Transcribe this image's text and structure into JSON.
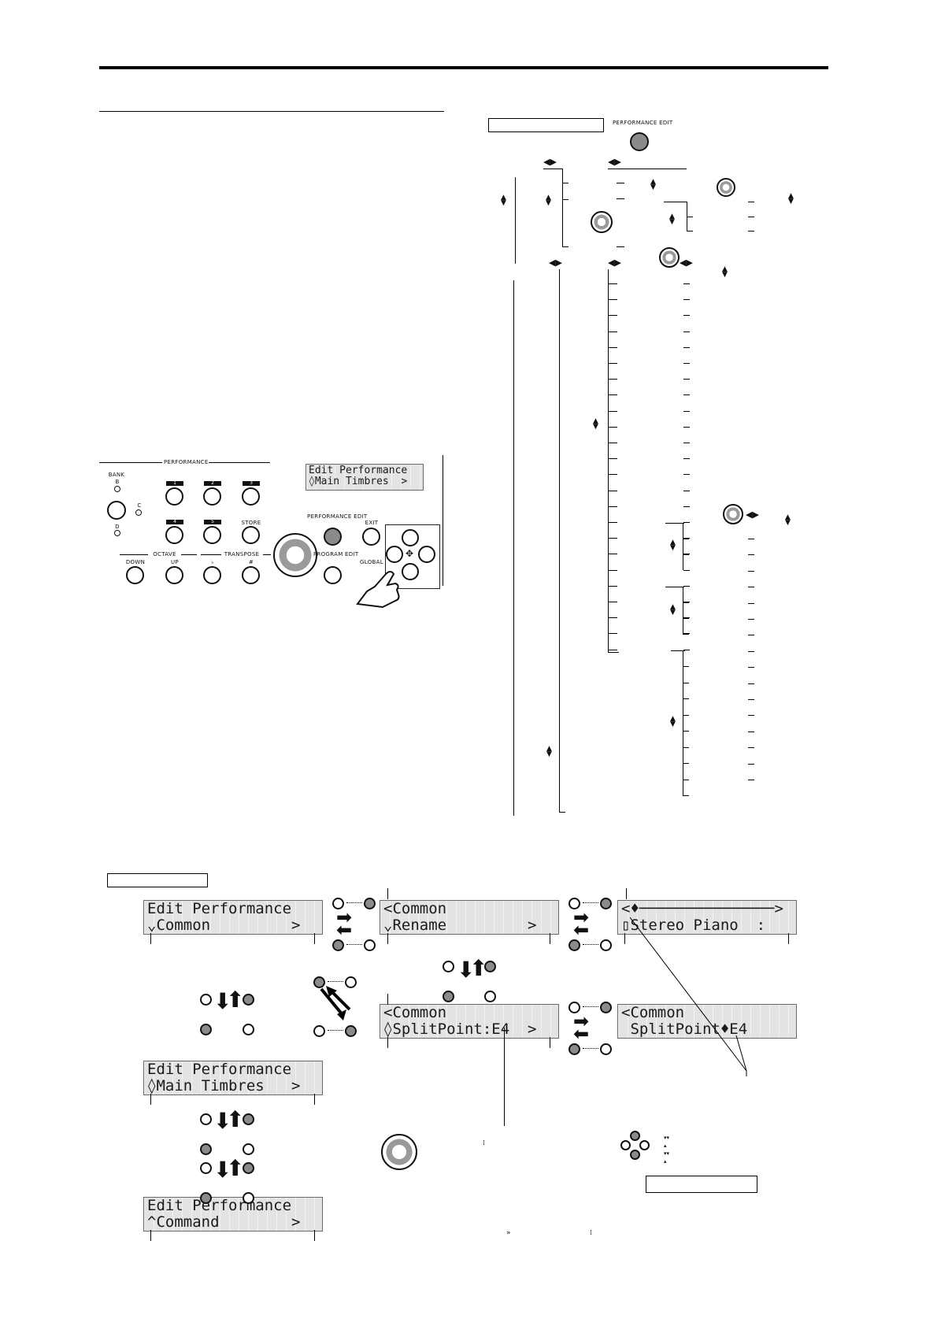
{
  "diagram_labels": {
    "panel_header": "PERFORMANCE EDIT",
    "panel": {
      "performance": "PERFORMANCE",
      "bank": "BANK",
      "bank_b": "B",
      "bank_c": "C",
      "bank_d": "D",
      "num1": "1",
      "num2": "2",
      "num3": "3",
      "num4": "4",
      "num5": "5",
      "store": "STORE",
      "perf_edit": "PERFORMANCE EDIT",
      "exit": "EXIT",
      "octave": "OCTAVE",
      "transpose": "TRANSPOSE",
      "down": "DOWN",
      "up": "UP",
      "flat": "♭",
      "sharp": "#",
      "program_edit": "PROGRAM EDIT",
      "global": "GLOBAL"
    }
  },
  "lcd": {
    "panel": {
      "line1": "Edit Performance",
      "line2": "◊Main Timbres  >"
    },
    "a": {
      "line1": "Edit Performance",
      "line2": "⌄Common         >"
    },
    "b": {
      "line1": "<Common          ",
      "line2": "⌄Rename         >"
    },
    "c": {
      "line1": "<♦───────────────>",
      "line2": "▯Stereo Piano  :"
    },
    "d": {
      "line1": "<Common          ",
      "line2": "◊SplitPoint:E4  >"
    },
    "e": {
      "line1": "<Common          ",
      "line2": " SplitPoint♦E4   "
    },
    "f": {
      "line1": "Edit Performance",
      "line2": "◊Main Timbres   >"
    },
    "g": {
      "line1": "Edit Performance",
      "line2": "^Command        >"
    }
  },
  "arrows": {
    "lr": "◀▶",
    "ud": "▲▼",
    "right": "➡",
    "left": "⬅",
    "up": "⬆",
    "down": "⬇"
  },
  "icons": {
    "cursor_pad": "cursor-pad-icon",
    "dial": "value-dial-icon",
    "hand": "hand-pointer-icon"
  }
}
